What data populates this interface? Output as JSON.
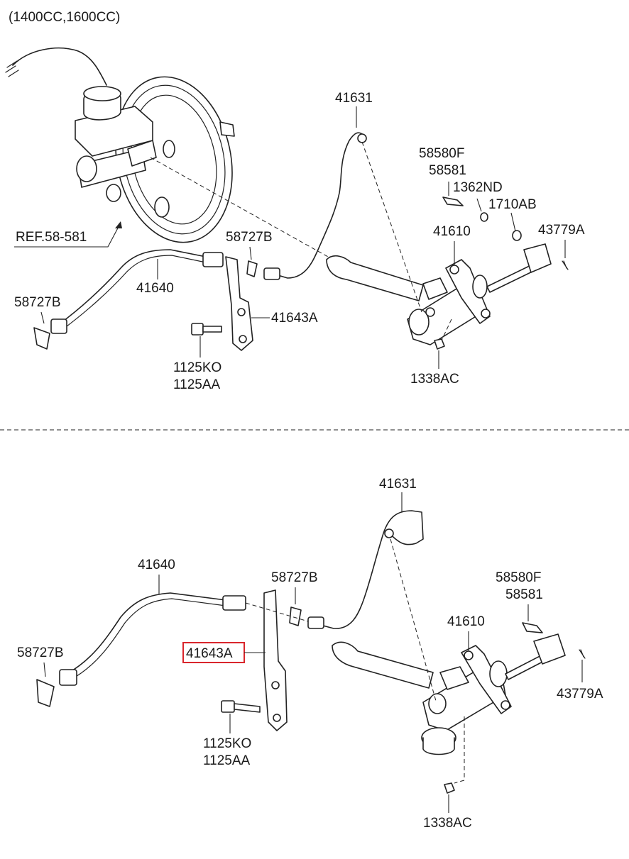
{
  "caption": "(1400CC,1600CC)",
  "upper": {
    "labels": {
      "ref": "REF.58-581",
      "pipe": "41631",
      "bolt_a": "58580F",
      "bolt_b": "58581",
      "pin": "1362ND",
      "washer": "1710AB",
      "master_cylinder": "41610",
      "split_pin": "43779A",
      "clip_right": "58727B",
      "hose": "41640",
      "clip_left": "58727B",
      "bracket": "41643A",
      "bolt_c": "1125KO",
      "bolt_d": "1125AA",
      "nut": "1338AC"
    }
  },
  "lower": {
    "labels": {
      "pipe": "41631",
      "hose": "41640",
      "clip_right": "58727B",
      "bolt_a": "58580F",
      "bolt_b": "58581",
      "master_cylinder": "41610",
      "clip_left": "58727B",
      "bracket": "41643A",
      "split_pin": "43779A",
      "bolt_c": "1125KO",
      "bolt_d": "1125AA",
      "nut": "1338AC"
    },
    "highlighted": "41643A",
    "highlight_color": "#d9262c"
  }
}
